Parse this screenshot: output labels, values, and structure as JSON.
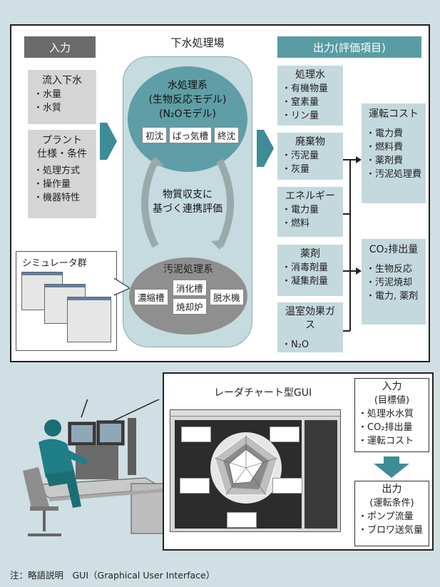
{
  "top": {
    "input_header": "入力",
    "plant_title": "下水処理場",
    "output_header": "出力(評価項目)",
    "inflow": {
      "title": "流入下水",
      "items": [
        "・水量",
        "・水質"
      ]
    },
    "plant_spec": {
      "title_lines": [
        "プラント",
        "仕様・条件"
      ],
      "items": [
        "・処理方式",
        "・操作量",
        "・機器特性"
      ]
    },
    "water_system": {
      "lines": [
        "水処理系",
        "(生物反応モデル)",
        "(N₂Oモデル)"
      ],
      "units": [
        "初沈",
        "ばっ気槽",
        "終沈"
      ]
    },
    "balance_lines": [
      "物質収支に",
      "基づく連携評価"
    ],
    "sludge_system": {
      "title": "汚泥処理系",
      "units": [
        "濃縮槽",
        "消化槽",
        "焼却炉",
        "脱水機"
      ]
    },
    "simulators_label": "シミュレータ群",
    "outputs": [
      {
        "title": "処理水",
        "items": [
          "・有機物量",
          "・窒素量",
          "・リン量"
        ]
      },
      {
        "title": "廃棄物",
        "items": [
          "・汚泥量",
          "・灰量"
        ]
      },
      {
        "title": "エネルギー",
        "items": [
          "・電力量",
          "・燃料"
        ]
      },
      {
        "title": "薬剤",
        "items": [
          "・消毒剤量",
          "・凝集剤量"
        ]
      },
      {
        "title": "温室効果ガス",
        "items": [
          "・N₂O"
        ]
      }
    ],
    "running_cost": {
      "title": "運転コスト",
      "items": [
        "・電力費",
        "・燃料費",
        "・薬剤費",
        "・汚泥処理費"
      ]
    },
    "co2": {
      "title": "CO₂排出量",
      "items": [
        "・生物反応",
        "・汚泥焼却",
        "・電力, 薬剤"
      ]
    }
  },
  "bottom": {
    "gui_title": "レーダチャート型GUI",
    "target_input": {
      "title": "入力",
      "subtitle": "(目標値)",
      "items": [
        "・処理水水質",
        "・CO₂排出量",
        "・運転コスト"
      ]
    },
    "operation_output": {
      "title": "出力",
      "subtitle": "(運転条件)",
      "items": [
        "・ポンプ流量",
        "・ブロワ送気量"
      ]
    }
  },
  "note": "注：略語説明　GUI（Graphical User Interface）",
  "colors": {
    "teal": "#5a9ca4",
    "light_teal": "#c4d9dd",
    "gray_header": "#6b6b6b",
    "light_gray": "#d5d5d5",
    "background": "#cfdfe3",
    "arrow": "#3e8c96"
  }
}
